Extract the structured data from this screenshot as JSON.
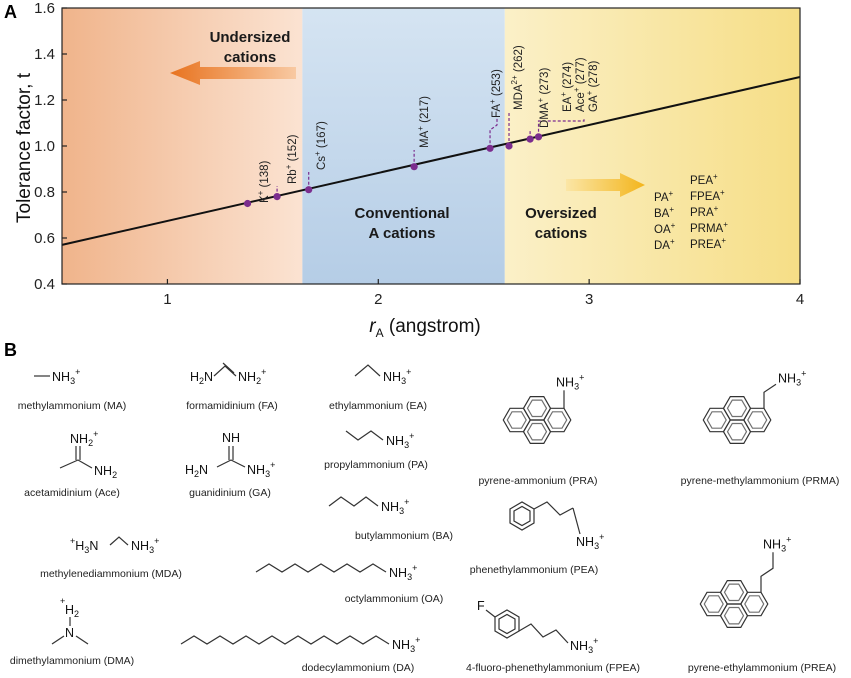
{
  "panel_a_label": "A",
  "panel_b_label": "B",
  "chart_data": {
    "type": "line",
    "xlabel_main": "r",
    "xlabel_sub": "A",
    "xlabel_unit": " (angstrom)",
    "ylabel": "Tolerance factor, t",
    "xlim": [
      0.5,
      4.0
    ],
    "ylim": [
      0.4,
      1.6
    ],
    "xticks": [
      1,
      2,
      3,
      4
    ],
    "yticks": [
      0.4,
      0.6,
      0.8,
      1.0,
      1.2,
      1.4,
      1.6
    ],
    "ytick_labels": [
      "0.4",
      "0.6",
      "0.8",
      "1.0",
      "1.2",
      "1.4",
      "1.6"
    ],
    "line": {
      "x": [
        0.5,
        4.0
      ],
      "y": [
        0.57,
        1.3
      ]
    },
    "regions": [
      {
        "name": "undersized",
        "x_range": [
          0.5,
          1.64
        ],
        "color": "#f3c7a6",
        "label_lines": [
          "Undersized",
          "cations"
        ]
      },
      {
        "name": "conventional",
        "x_range": [
          1.64,
          2.6
        ],
        "color": "#c5d8ec",
        "label_lines": [
          "Conventional",
          "A cations"
        ]
      },
      {
        "name": "oversized",
        "x_range": [
          2.6,
          4.0
        ],
        "color": "#f8e7a8",
        "label_lines": [
          "Oversized",
          "cations"
        ]
      }
    ],
    "points": [
      {
        "label": "K",
        "charge": "+",
        "pm": "(138)",
        "x": 1.38,
        "y": 0.75
      },
      {
        "label": "Rb",
        "charge": "+",
        "pm": "(152)",
        "x": 1.52,
        "y": 0.78
      },
      {
        "label": "Cs",
        "charge": "+",
        "pm": "(167)",
        "x": 1.67,
        "y": 0.81
      },
      {
        "label": "MA",
        "charge": "+",
        "pm": "(217)",
        "x": 2.17,
        "y": 0.91
      },
      {
        "label": "FA",
        "charge": "+",
        "pm": "(253)",
        "x": 2.53,
        "y": 0.99
      },
      {
        "label": "MDA",
        "charge": "2+",
        "pm": "(262)",
        "x": 2.62,
        "y": 1.0
      },
      {
        "label": "DMA",
        "charge": "+",
        "pm": "(273)",
        "x": 2.72,
        "y": 1.03
      },
      {
        "label": "EA",
        "charge": "+",
        "pm": "(274)",
        "x": 2.76,
        "y": 1.04
      },
      {
        "label": "Ace",
        "charge": "+",
        "pm": "(277)",
        "x": 2.76,
        "y": 1.04
      },
      {
        "label": "GA",
        "charge": "+",
        "pm": "(278)",
        "x": 2.76,
        "y": 1.04
      }
    ],
    "oversized_list": {
      "col1": [
        "PA",
        "BA",
        "OA",
        "DA"
      ],
      "col2": [
        "PEA",
        "FPEA",
        "PRA",
        "PRMA",
        "PREA"
      ]
    },
    "line_color": "#111111",
    "point_color": "#7b2d8e",
    "arrow_colors": {
      "undersized": "#e8731f",
      "oversized": "#f3b51c"
    }
  },
  "molecules": [
    {
      "key": "ma",
      "formula": "NH",
      "sub": "3",
      "sup": "+",
      "name": "methylammonium (MA)"
    },
    {
      "key": "fa",
      "left": "H",
      "left_sub": "2",
      "left_tail": "N",
      "right": "NH",
      "right_sub": "2",
      "right_sup": "+",
      "name": "formamidinium (FA)"
    },
    {
      "key": "ea",
      "formula": "NH",
      "sub": "3",
      "sup": "+",
      "name": "ethylammonium (EA)"
    },
    {
      "key": "ace",
      "top": "NH",
      "top_sub": "2",
      "top_sup": "+",
      "bottom": "NH",
      "bottom_sub": "2",
      "name": "acetamidinium (Ace)"
    },
    {
      "key": "ga",
      "top": "NH",
      "left": "H",
      "left_sub": "2",
      "left_tail": "N",
      "right": "NH",
      "right_sub": "3",
      "right_sup": "+",
      "name": "guanidinium (GA)"
    },
    {
      "key": "pa",
      "formula": "NH",
      "sub": "3",
      "sup": "+",
      "name": "propylammonium (PA)"
    },
    {
      "key": "ba",
      "formula": "NH",
      "sub": "3",
      "sup": "+",
      "name": "butylammonium (BA)"
    },
    {
      "key": "mda",
      "left_sup": "+",
      "left": "H",
      "left_sub": "3",
      "left_tail": "N",
      "right": "NH",
      "right_sub": "3",
      "right_sup": "+",
      "name": "methylenediammonium (MDA)"
    },
    {
      "key": "oa",
      "formula": "NH",
      "sub": "3",
      "sup": "+",
      "name": "octylammonium (OA)"
    },
    {
      "key": "dma",
      "top_sup": "+",
      "top": "H",
      "top_sub": "2",
      "center": "N",
      "name": "dimethylammonium (DMA)"
    },
    {
      "key": "da",
      "formula": "NH",
      "sub": "3",
      "sup": "+",
      "name": "dodecylammonium (DA)"
    },
    {
      "key": "pra",
      "formula": "NH",
      "sub": "3",
      "sup": "+",
      "name": "pyrene-ammonium (PRA)"
    },
    {
      "key": "prma",
      "formula": "NH",
      "sub": "3",
      "sup": "+",
      "name": "pyrene-methylammonium (PRMA)"
    },
    {
      "key": "pea",
      "formula": "NH",
      "sub": "3",
      "sup": "+",
      "name": "phenethylammonium (PEA)"
    },
    {
      "key": "fpea",
      "atom": "F",
      "formula": "NH",
      "sub": "3",
      "sup": "+",
      "name": "4-fluoro-phenethylammonium (FPEA)"
    },
    {
      "key": "prea",
      "formula": "NH",
      "sub": "3",
      "sup": "+",
      "name": "pyrene-ethylammonium (PREA)"
    }
  ]
}
